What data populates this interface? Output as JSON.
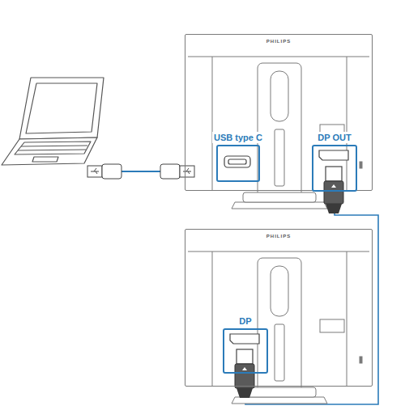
{
  "diagram": {
    "nodes": [
      {
        "text": [
          "PHILIPS"
        ]
      },
      {
        "text": [
          "USB type C"
        ],
        "in": 0
      },
      {
        "text": [
          "DP OUT"
        ],
        "in": 0
      },
      {
        "text": [
          "PHILIPS"
        ]
      },
      {
        "text": [
          "DP"
        ],
        "in": 3
      }
    ],
    "edges": [
      {
        "from": 2,
        "to": 4,
        "arrow": "none"
      }
    ]
  }
}
